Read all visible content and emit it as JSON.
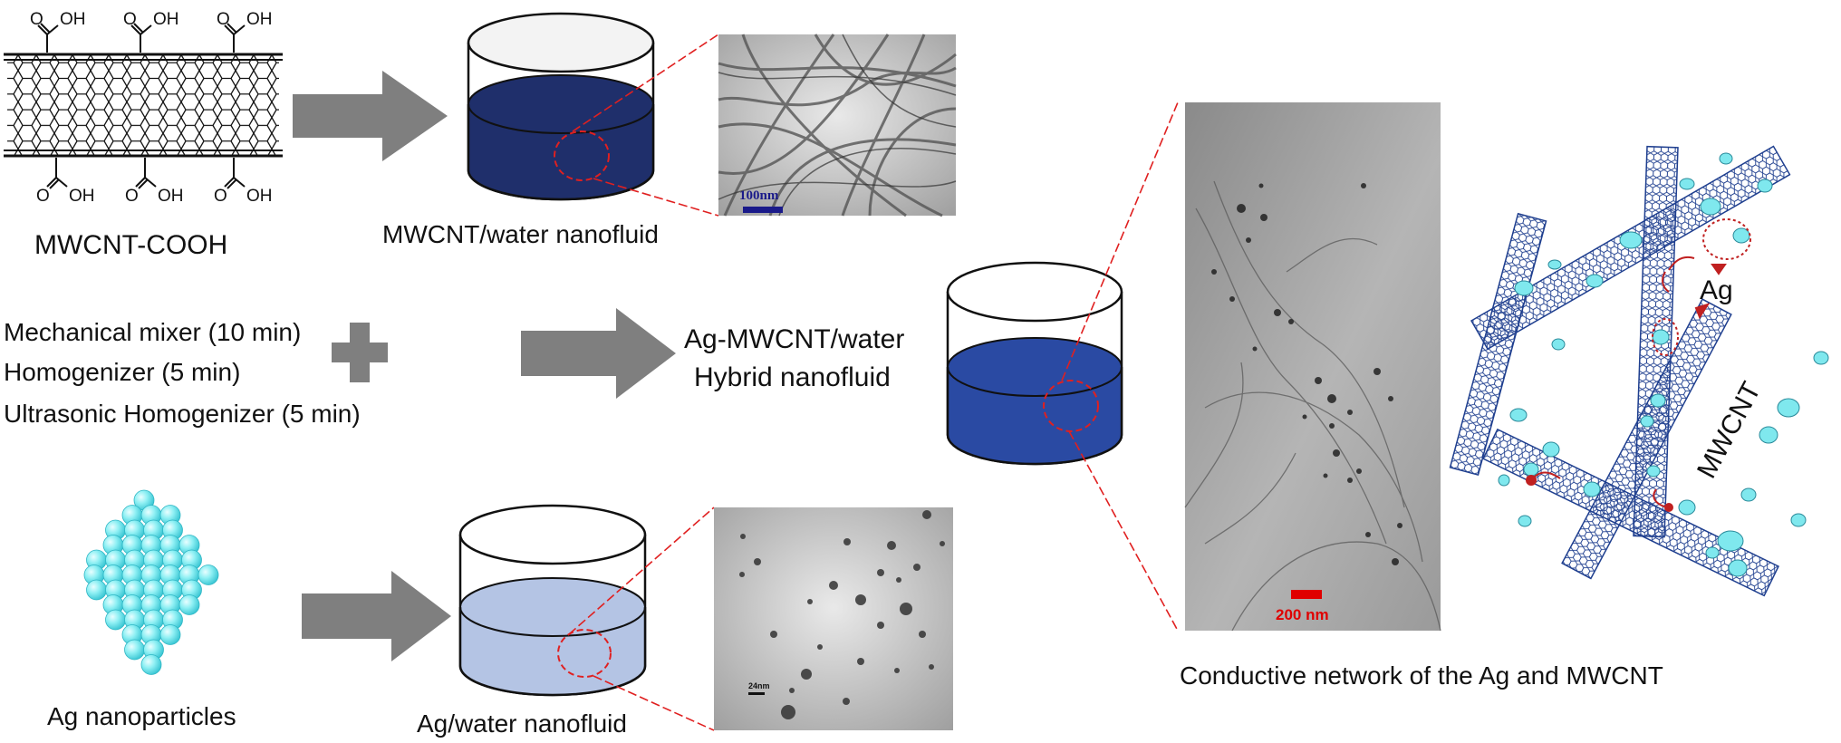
{
  "labels": {
    "mwcnt_cooh": "MWCNT-COOH",
    "mwcnt_water": "MWCNT/water nanofluid",
    "process_steps": [
      "Mechanical mixer (10 min)",
      "Homogenizer (5 min)",
      "Ultrasonic Homogenizer (5 min)"
    ],
    "hybrid_line1": "Ag-MWCNT/water",
    "hybrid_line2": "Hybrid nanofluid",
    "ag_nanoparticles": "Ag nanoparticles",
    "ag_water": "Ag/water nanofluid",
    "conductive_network": "Conductive network of the Ag and MWCNT",
    "network_ag": "Ag",
    "network_mwcnt": "MWCNT"
  },
  "chem": {
    "cooh_top": [
      "O",
      "OH"
    ],
    "cooh_bottom": [
      "O",
      "OH"
    ]
  },
  "micrographs": {
    "mwcnt_scale": "100nm",
    "ag_scale": "24nm",
    "hybrid_scale": "200 nm"
  },
  "colors": {
    "arrow": "#7f7f7f",
    "mwcnt_fluid": "#1f2f6b",
    "hybrid_fluid": "#2a4aa3",
    "ag_fluid": "#b4c4e4",
    "zoom_line": "#e02020",
    "scale_bar_red": "#e00000",
    "scale_bar_blue": "#1a1a8a",
    "ag_particle": "#7fe8ee"
  }
}
